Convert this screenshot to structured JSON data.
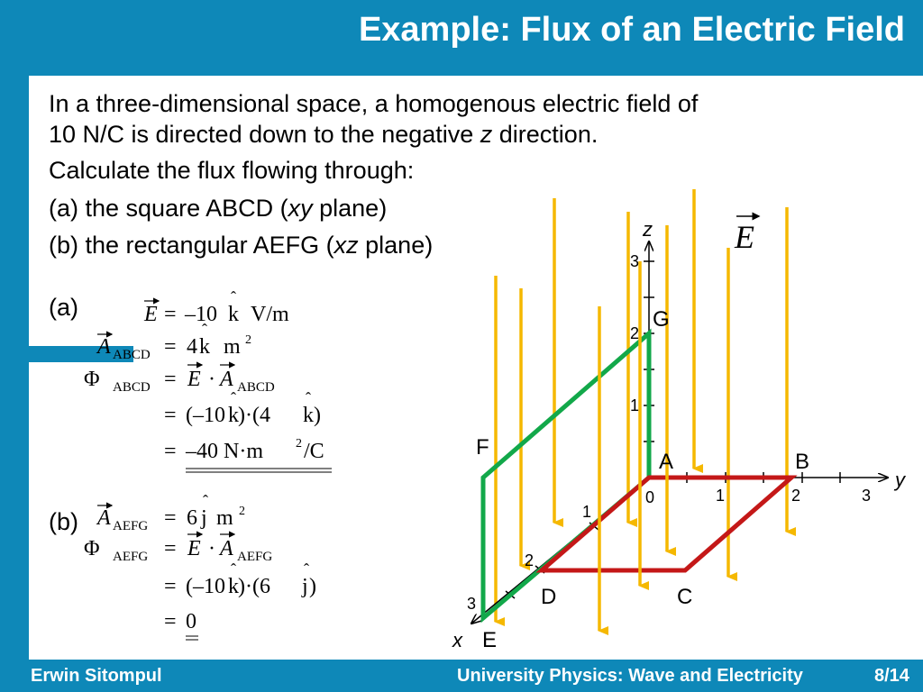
{
  "slide": {
    "title": "Example: Flux of an Electric Field",
    "intro_line1": "In a three-dimensional space, a homogenous electric field of",
    "intro_line2_a": "10 N/C is directed down to the negative ",
    "intro_line2_var": "z",
    "intro_line2_b": " direction.",
    "task": "Calculate the flux flowing through:",
    "part_a_a": "(a) the square ABCD (",
    "part_a_var": "xy",
    "part_a_b": " plane)",
    "part_b_a": "(b) the rectangular AEFG (",
    "part_b_var": "xz",
    "part_b_b": " plane)",
    "label_a": "(a)",
    "label_b": "(b)"
  },
  "equations": {
    "E": "E",
    "A": "A",
    "Phi": "Φ",
    "sub_abcd": "ABCD",
    "sub_aefg": "AEFG",
    "eq": "=",
    "rhs_e": "–10k V/m",
    "rhs_e_num": "–10",
    "rhs_e_unit": "V/m",
    "rhs_a_num": "4",
    "rhs_a_unit": "m",
    "sq": "2",
    "k": "k",
    "j": "j",
    "dot": "·",
    "step1_a": "(–10",
    "step1_b": ")·(4",
    "step1_c": ")",
    "result_a_num": "–40 N·m",
    "result_a_unit": "/C",
    "rhs_b_num": "6",
    "rhs_b_unit": "m",
    "step1b_a": "(–10",
    "step1b_b": ")·(6",
    "step1b_c": ")",
    "result_b": "0"
  },
  "diagram": {
    "field_symbol": "E",
    "axis_z": "z",
    "axis_y": "y",
    "axis_x": "x",
    "z_ticks": [
      "3",
      "2",
      "1"
    ],
    "y_ticks": [
      "0",
      "1",
      "2",
      "3"
    ],
    "x_ticks": [
      "1",
      "2",
      "3"
    ],
    "point_labels": {
      "A": "A",
      "B": "B",
      "C": "C",
      "D": "D",
      "E": "E",
      "F": "F",
      "G": "G"
    },
    "colors": {
      "field_arrow": "#f5b800",
      "abcd_square": "#c41818",
      "aefg_rect": "#12a84a",
      "axis": "#000000",
      "background": "#0e88b8"
    }
  },
  "footer": {
    "author": "Erwin Sitompul",
    "course": "University Physics: Wave and Electricity",
    "page": "8/14"
  }
}
